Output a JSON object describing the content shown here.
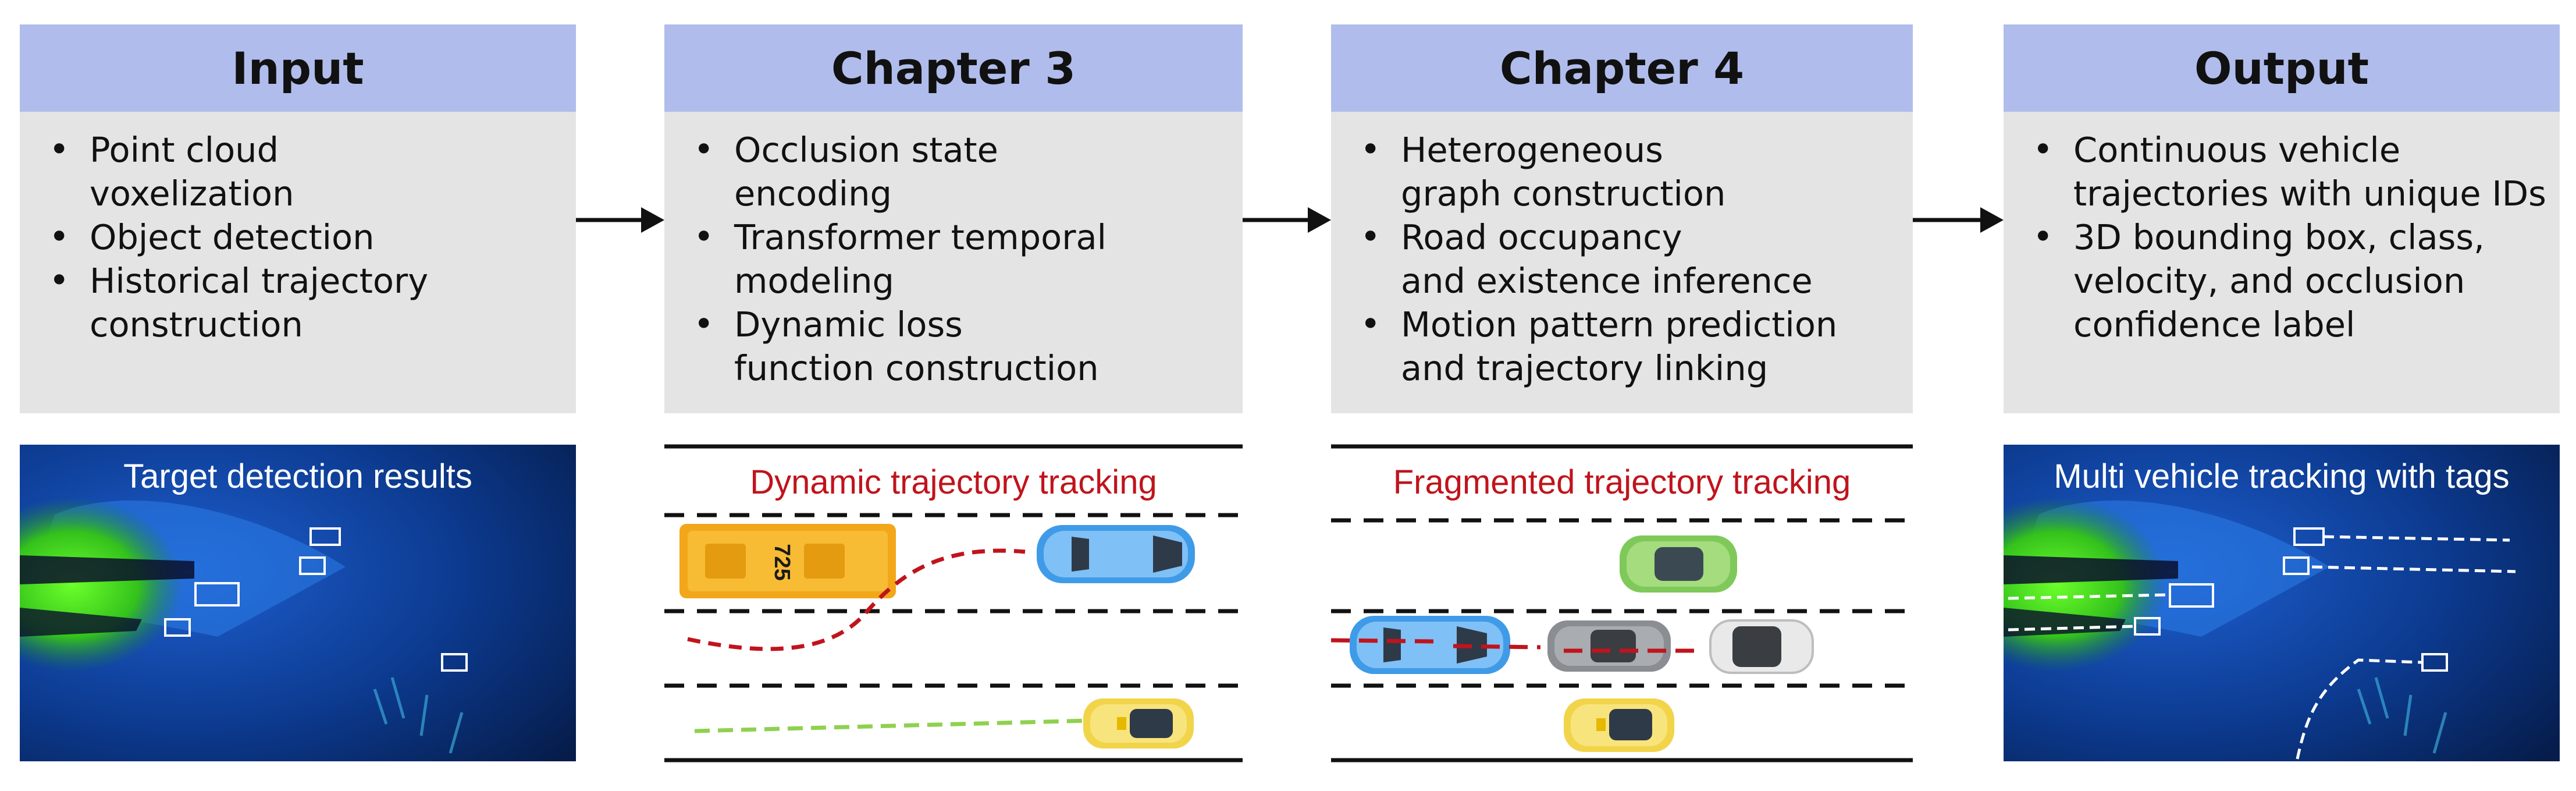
{
  "columns": [
    {
      "title": "Input",
      "bullets": [
        [
          "Point cloud",
          "voxelization"
        ],
        [
          "Object detection"
        ],
        [
          "Historical trajectory",
          "construction"
        ]
      ],
      "panel_caption": "Target detection results"
    },
    {
      "title": "Chapter 3",
      "bullets": [
        [
          "Occlusion state",
          "encoding"
        ],
        [
          "Transformer temporal",
          "modeling"
        ],
        [
          "Dynamic loss",
          "function construction"
        ]
      ],
      "panel_caption": "Dynamic trajectory tracking"
    },
    {
      "title": "Chapter 4",
      "bullets": [
        [
          "Heterogeneous",
          "graph construction"
        ],
        [
          "Road occupancy",
          "and existence inference"
        ],
        [
          "Motion pattern prediction",
          "and trajectory linking"
        ]
      ],
      "panel_caption": "Fragmented trajectory tracking"
    },
    {
      "title": "Output",
      "bullets": [
        [
          "Continuous vehicle",
          "trajectories with unique IDs"
        ],
        [
          "3D bounding box, class,",
          "velocity, and occlusion",
          "confidence label"
        ]
      ],
      "panel_caption": "Multi vehicle tracking with tags"
    }
  ],
  "bus_label": "725",
  "colors": {
    "header": "#b0bdec",
    "body": "#e4e4e4",
    "caption_red": "#c0141c",
    "trajectory_red": "#c0141c",
    "trajectory_green": "#8fd14f",
    "lane_line": "#111111"
  }
}
